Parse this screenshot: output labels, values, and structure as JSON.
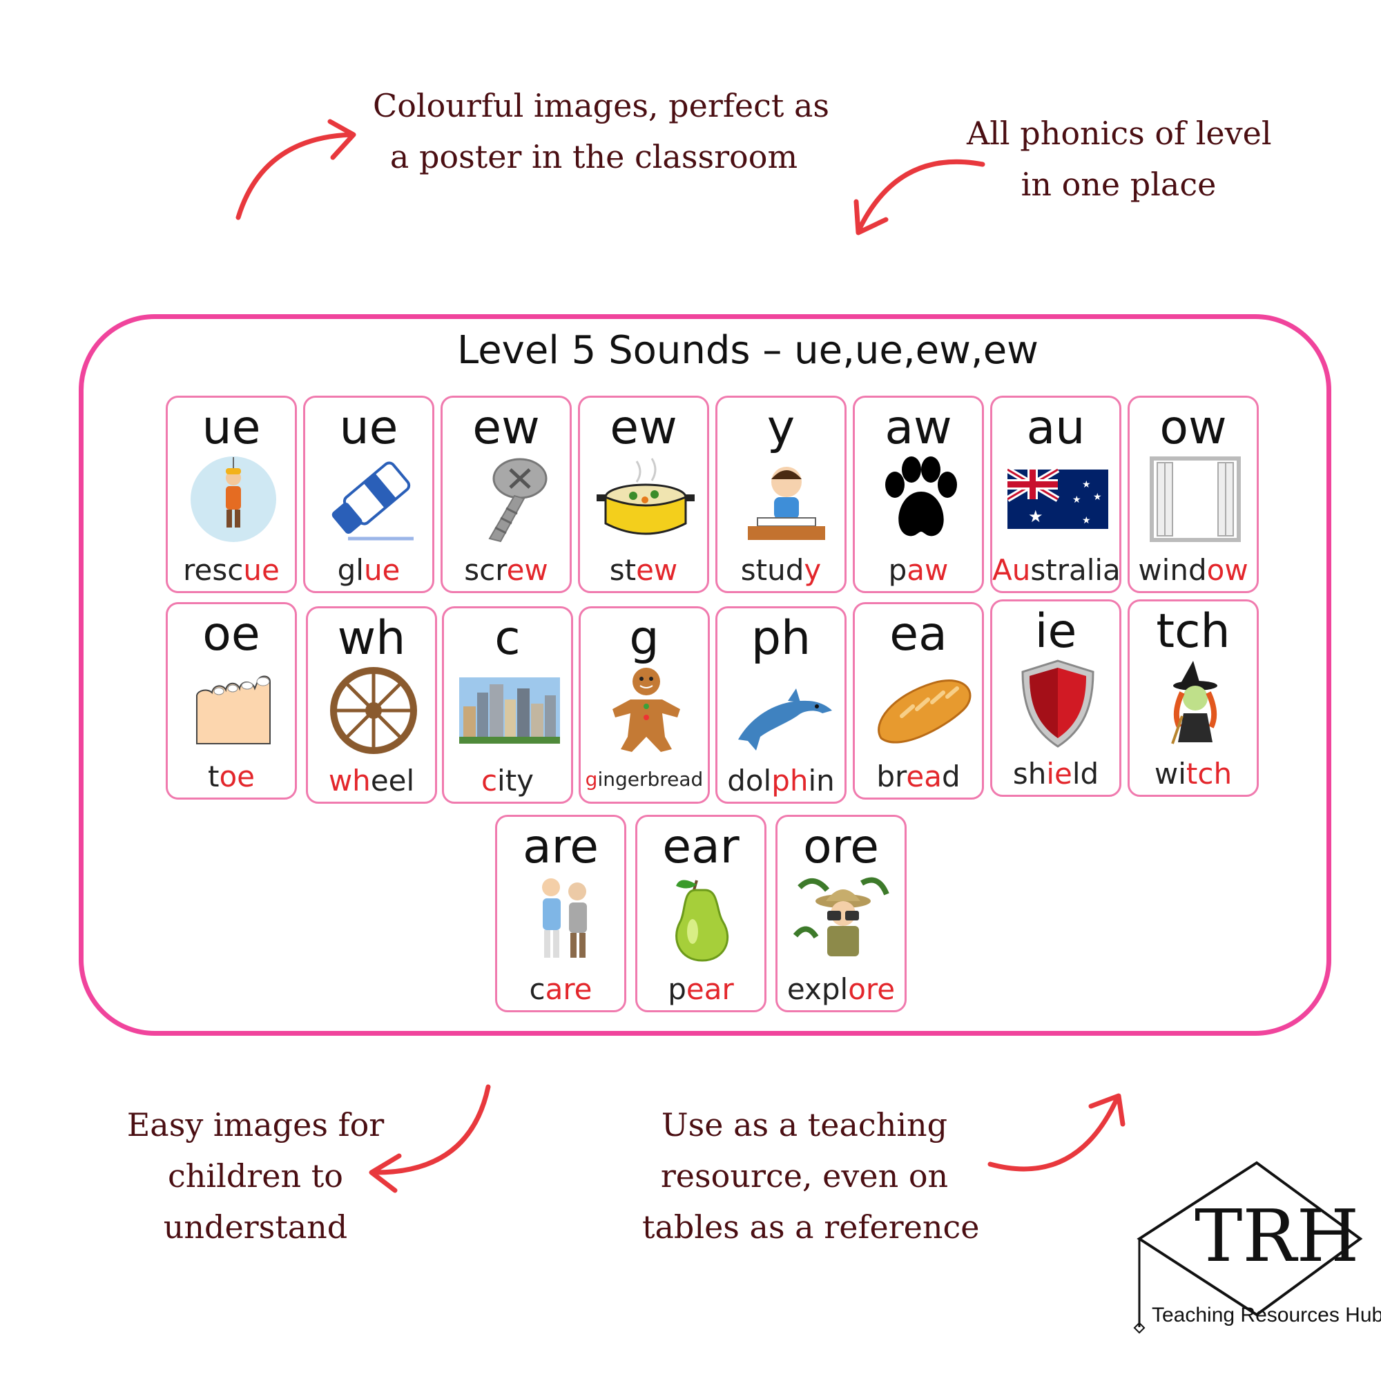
{
  "callouts": {
    "top_left": [
      "Colourful images, perfect as",
      "a poster in the classroom"
    ],
    "top_right": [
      "All phonics of level",
      "in one place"
    ],
    "bottom_left": [
      "Easy images for",
      "children to",
      "understand"
    ],
    "bottom_right": [
      "Use as a teaching",
      "resource, even on",
      "tables as a reference"
    ]
  },
  "board": {
    "title": "Level 5 Sounds – ue,ue,ew,ew",
    "cards": [
      {
        "sound": "ue",
        "word_pre": "resc",
        "word_hl": "ue",
        "word_post": "",
        "icon": "rescuer-icon"
      },
      {
        "sound": "ue",
        "word_pre": "gl",
        "word_hl": "ue",
        "word_post": "",
        "icon": "glue-stick-icon"
      },
      {
        "sound": "ew",
        "word_pre": "scr",
        "word_hl": "ew",
        "word_post": "",
        "icon": "screw-icon"
      },
      {
        "sound": "ew",
        "word_pre": "st",
        "word_hl": "ew",
        "word_post": "",
        "icon": "stew-pot-icon"
      },
      {
        "sound": "y",
        "word_pre": "stud",
        "word_hl": "y",
        "word_post": "",
        "icon": "studying-child-icon"
      },
      {
        "sound": "aw",
        "word_pre": "p",
        "word_hl": "aw",
        "word_post": "",
        "icon": "paw-print-icon"
      },
      {
        "sound": "au",
        "word_pre": "",
        "word_hl": "Au",
        "word_post": "stralia",
        "icon": "australia-flag-icon"
      },
      {
        "sound": "ow",
        "word_pre": "wind",
        "word_hl": "ow",
        "word_post": "",
        "icon": "window-icon"
      },
      {
        "sound": "oe",
        "word_pre": "t",
        "word_hl": "oe",
        "word_post": "",
        "icon": "toe-icon"
      },
      {
        "sound": "wh",
        "word_pre": "",
        "word_hl": "wh",
        "word_post": "eel",
        "icon": "wheel-icon"
      },
      {
        "sound": "c",
        "word_pre": "",
        "word_hl": "c",
        "word_post": "ity",
        "icon": "city-icon"
      },
      {
        "sound": "g",
        "word_pre": "",
        "word_hl": "g",
        "word_post": "ingerbread",
        "icon": "gingerbread-man-icon"
      },
      {
        "sound": "ph",
        "word_pre": "dol",
        "word_hl": "ph",
        "word_post": "in",
        "icon": "dolphin-icon"
      },
      {
        "sound": "ea",
        "word_pre": "br",
        "word_hl": "ea",
        "word_post": "d",
        "icon": "bread-icon"
      },
      {
        "sound": "ie",
        "word_pre": "sh",
        "word_hl": "ie",
        "word_post": "ld",
        "icon": "shield-icon"
      },
      {
        "sound": "tch",
        "word_pre": "wi",
        "word_hl": "tch",
        "word_post": "",
        "icon": "witch-icon"
      },
      {
        "sound": "are",
        "word_pre": "c",
        "word_hl": "are",
        "word_post": "",
        "icon": "care-people-icon"
      },
      {
        "sound": "ear",
        "word_pre": "p",
        "word_hl": "ear",
        "word_post": "",
        "icon": "pear-icon"
      },
      {
        "sound": "ore",
        "word_pre": "expl",
        "word_hl": "ore",
        "word_post": "",
        "icon": "explorer-icon"
      }
    ]
  },
  "logo": {
    "monogram": "TRH",
    "text": "Teaching Resources Hub"
  },
  "colors": {
    "board_border": "#f0449c",
    "card_border": "#f07aae",
    "highlight": "#e3262b",
    "arrow": "#e8383d",
    "callout_text": "#4a0e12"
  }
}
